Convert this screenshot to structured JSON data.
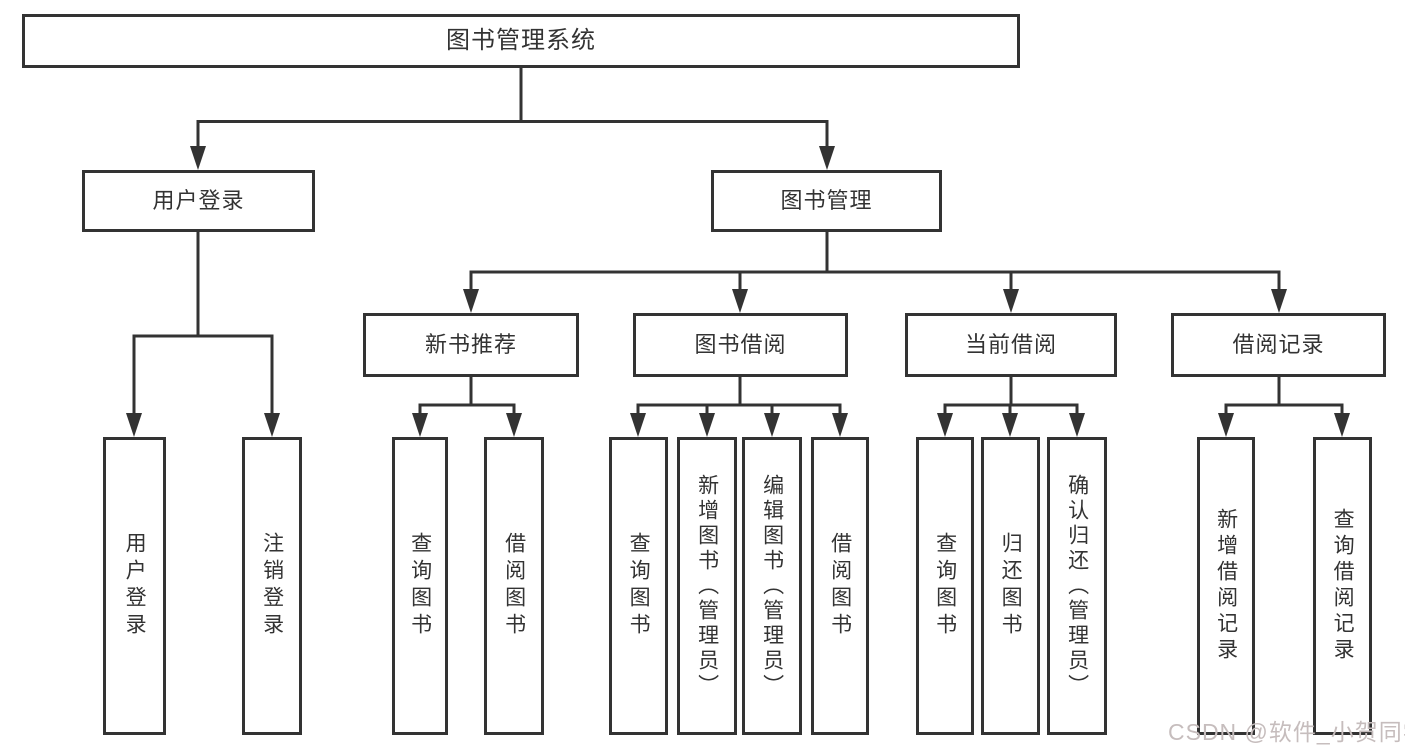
{
  "diagram": {
    "type": "hierarchy-tree",
    "title": "图书管理系统",
    "root": {
      "label": "图书管理系统"
    },
    "level2": [
      {
        "label": "用户登录"
      },
      {
        "label": "图书管理"
      }
    ],
    "level3": [
      {
        "label": "新书推荐",
        "parent": "图书管理"
      },
      {
        "label": "图书借阅",
        "parent": "图书管理"
      },
      {
        "label": "当前借阅",
        "parent": "图书管理"
      },
      {
        "label": "借阅记录",
        "parent": "图书管理"
      }
    ],
    "leaves": [
      {
        "label": "用户登录",
        "parent": "用户登录"
      },
      {
        "label": "注销登录",
        "parent": "用户登录"
      },
      {
        "label": "查询图书",
        "parent": "新书推荐"
      },
      {
        "label": "借阅图书",
        "parent": "新书推荐"
      },
      {
        "label": "查询图书",
        "parent": "图书借阅"
      },
      {
        "label": "新增图书（管理员）",
        "parent": "图书借阅"
      },
      {
        "label": "编辑图书（管理员）",
        "parent": "图书借阅"
      },
      {
        "label": "借阅图书",
        "parent": "图书借阅"
      },
      {
        "label": "查询图书",
        "parent": "当前借阅"
      },
      {
        "label": "归还图书",
        "parent": "当前借阅"
      },
      {
        "label": "确认归还（管理员）",
        "parent": "当前借阅"
      },
      {
        "label": "新增借阅记录",
        "parent": "借阅记录"
      },
      {
        "label": "查询借阅记录",
        "parent": "借阅记录"
      }
    ],
    "colors": {
      "line": "#333333",
      "box_border": "#333333",
      "box_background": "#ffffff",
      "text": "#333333",
      "watermark": "#c6bdbd"
    }
  },
  "watermark": {
    "text": "CSDN @软件_小贺同学"
  }
}
